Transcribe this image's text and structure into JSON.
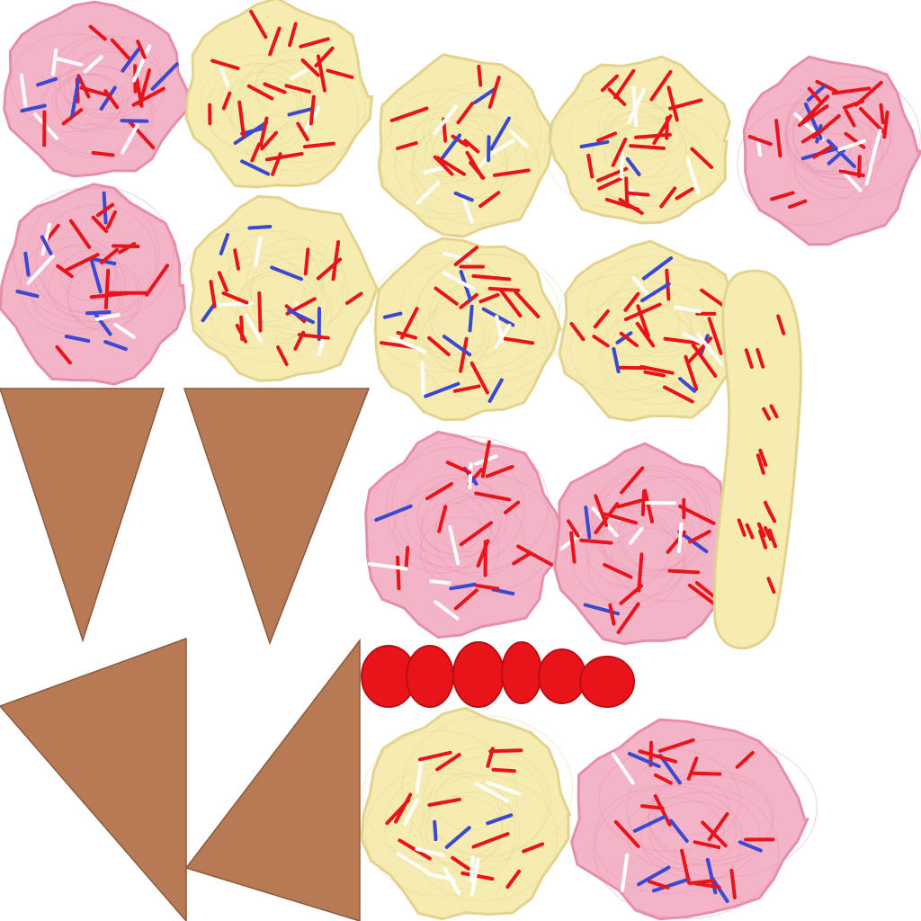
{
  "sprite_sheet": {
    "background": "#ffffff",
    "colors": {
      "pink_scoop": "#f4b4c8",
      "pink_edge": "#e58fa8",
      "vanilla_scoop": "#f6ecb2",
      "vanilla_edge": "#e2d38f",
      "cone": "#b87a55",
      "cone_edge": "#8a5a3c",
      "cherry": "#e8141a",
      "sprinkle_red": "#e8141a",
      "sprinkle_blue": "#3b48d0",
      "sprinkle_white": "#ffffff"
    },
    "sprites": [
      {
        "name": "scoop-strawberry",
        "flavor": "strawberry"
      },
      {
        "name": "scoop-vanilla",
        "flavor": "vanilla"
      },
      {
        "name": "scoop-vanilla",
        "flavor": "vanilla"
      },
      {
        "name": "scoop-vanilla",
        "flavor": "vanilla"
      },
      {
        "name": "scoop-strawberry",
        "flavor": "strawberry"
      },
      {
        "name": "scoop-strawberry",
        "flavor": "strawberry"
      },
      {
        "name": "scoop-vanilla",
        "flavor": "vanilla"
      },
      {
        "name": "scoop-vanilla",
        "flavor": "vanilla"
      },
      {
        "name": "scoop-vanilla",
        "flavor": "vanilla"
      },
      {
        "name": "scoop-strawberry",
        "flavor": "strawberry"
      },
      {
        "name": "scoop-strawberry",
        "flavor": "strawberry"
      },
      {
        "name": "scoop-vanilla",
        "flavor": "vanilla"
      },
      {
        "name": "scoop-strawberry",
        "flavor": "strawberry"
      },
      {
        "name": "drip-vanilla",
        "flavor": "vanilla"
      },
      {
        "name": "cone-upright",
        "flavor": "cone"
      },
      {
        "name": "cone-upright",
        "flavor": "cone"
      },
      {
        "name": "cone-tilted-left",
        "flavor": "cone"
      },
      {
        "name": "cone-tilted-right",
        "flavor": "cone"
      },
      {
        "name": "cherries",
        "flavor": "cherry"
      }
    ]
  }
}
